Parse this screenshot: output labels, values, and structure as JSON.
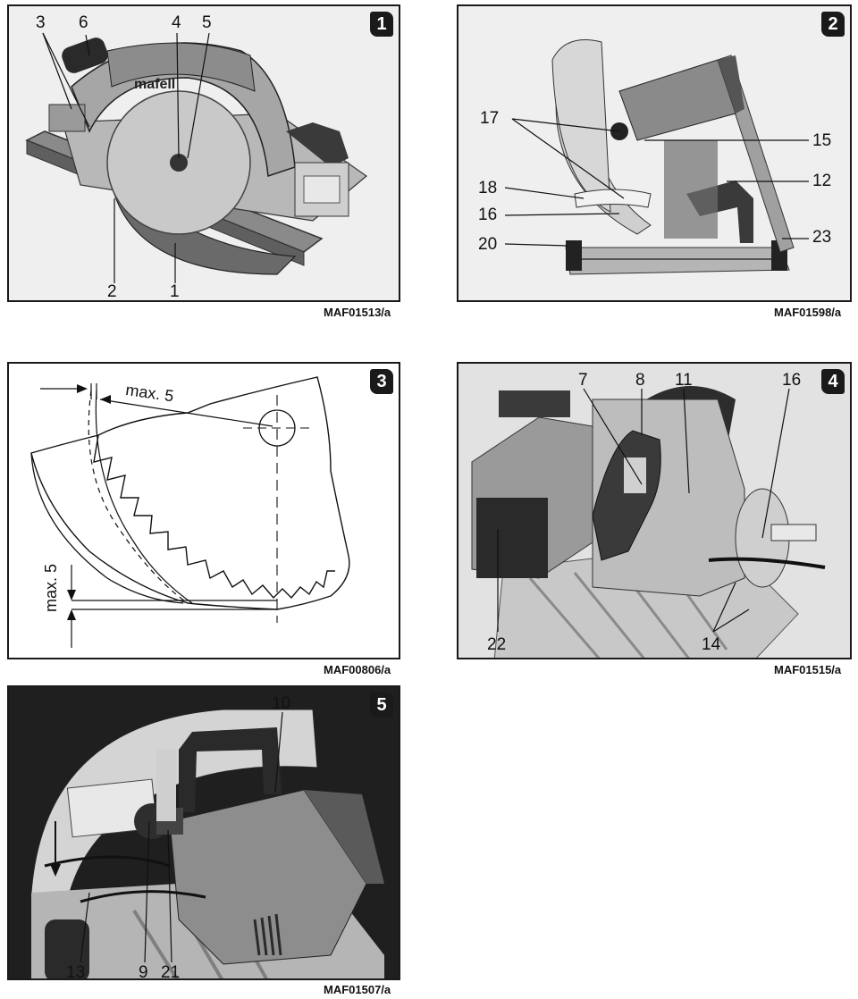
{
  "figures": [
    {
      "number": "1",
      "code": "MAF01513/a",
      "callouts": {
        "c3": "3",
        "c6": "6",
        "c4": "4",
        "c5": "5",
        "c2": "2",
        "c1": "1"
      }
    },
    {
      "number": "2",
      "code": "MAF01598/a",
      "callouts": {
        "c17": "17",
        "c15": "15",
        "c18": "18",
        "c12": "12",
        "c16": "16",
        "c20": "20",
        "c23": "23"
      }
    },
    {
      "number": "3",
      "code": "MAF00806/a",
      "dim_top": "max. 5",
      "dim_side": "max. 5"
    },
    {
      "number": "4",
      "code": "MAF01515/a",
      "callouts": {
        "c7": "7",
        "c8": "8",
        "c11": "11",
        "c16": "16",
        "c22": "22",
        "c14": "14"
      }
    },
    {
      "number": "5",
      "code": "MAF01507/a",
      "callouts": {
        "c10": "10",
        "c13": "13",
        "c9": "9",
        "c21": "21"
      }
    }
  ]
}
